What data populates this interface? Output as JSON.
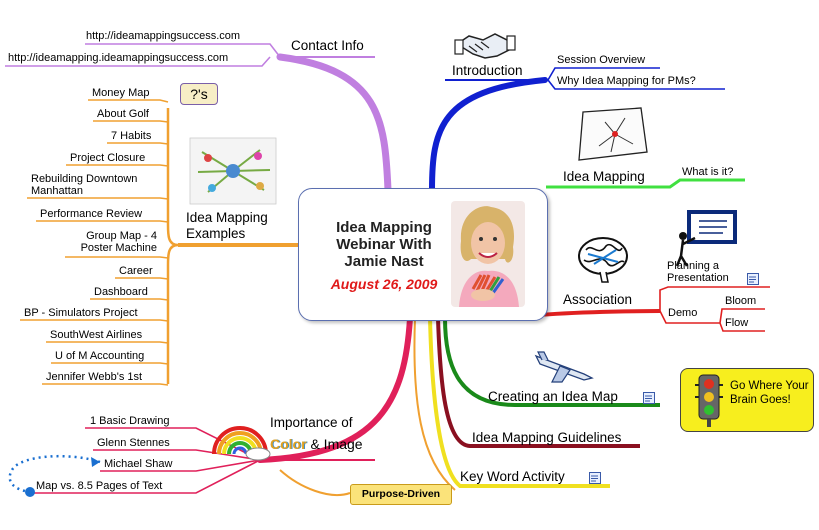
{
  "center": {
    "title": "Idea Mapping Webinar With Jamie Nast",
    "date": "August 26, 2009",
    "colors": {
      "date": "#e01a1a",
      "border": "#5b6fb0"
    }
  },
  "contact": {
    "label": "Contact Info",
    "links": [
      "http://ideamappingsuccess.com",
      "http://ideamapping.ideamappingsuccess.com"
    ],
    "color": "#c07fe0"
  },
  "examples": {
    "label": "Idea Mapping Examples",
    "badge": "?'s",
    "items": [
      "Money Map",
      "About Golf",
      "7 Habits",
      "Project Closure",
      "Rebuilding Downtown Manhattan",
      "Performance Review",
      "Group Map - 4 Poster Machine",
      "Career",
      "Dashboard",
      "BP - Simulators Project",
      "SouthWest Airlines",
      "U of M Accounting",
      "Jennifer Webb's 1st"
    ],
    "color": "#f0a030"
  },
  "color_branch": {
    "label_pre": "Importance of",
    "label_color_word": "Color",
    "label_post": "& Image",
    "items": [
      "1 Basic Drawing",
      "Glenn Stennes",
      "Michael Shaw",
      "Map vs. 8.5 Pages of Text"
    ],
    "color": "#e0205a"
  },
  "introduction": {
    "label": "Introduction",
    "items": [
      "Session Overview",
      "Why Idea Mapping for PMs?"
    ],
    "color": "#1020d0"
  },
  "idea_mapping": {
    "label": "Idea Mapping",
    "items": [
      "What is it?"
    ],
    "color": "#40e040"
  },
  "association": {
    "label": "Association",
    "items": [
      "Planning a Presentation",
      "Demo"
    ],
    "demo_items": [
      "Bloom",
      "Flow"
    ],
    "color": "#e02020"
  },
  "creating": {
    "label": "Creating an Idea Map",
    "color": "#1a8a1a"
  },
  "guidelines": {
    "label": "Idea Mapping Guidelines",
    "color": "#8a1020"
  },
  "keyword": {
    "label": "Key Word Activity",
    "color": "#f0e020"
  },
  "purpose": {
    "label": "Purpose-Driven"
  },
  "goal": {
    "label": "Go Where Your Brain Goes!"
  }
}
